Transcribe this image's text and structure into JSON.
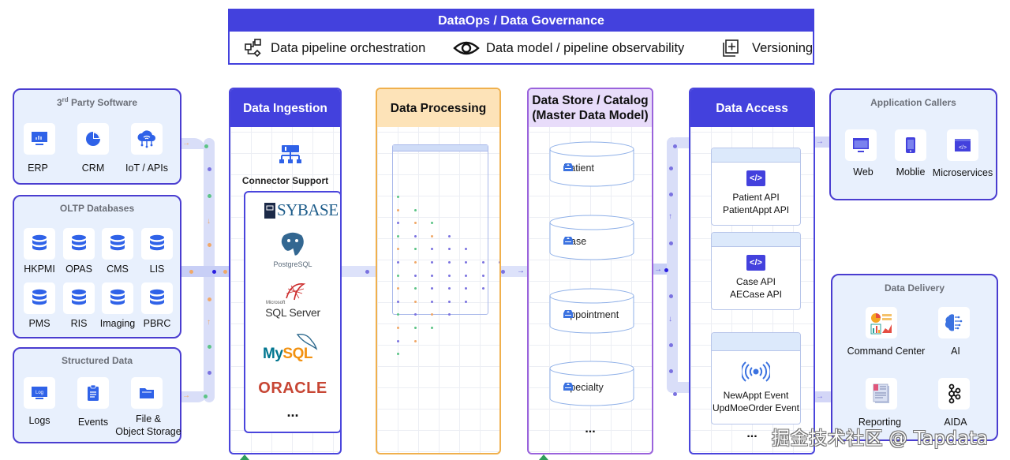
{
  "governance": {
    "title": "DataOps / Data Governance",
    "items": [
      {
        "icon": "pipeline-orchestration-icon",
        "label": "Data pipeline orchestration"
      },
      {
        "icon": "eye-icon",
        "label": "Data model / pipeline observability"
      },
      {
        "icon": "versioning-icon",
        "label": "Versioning"
      }
    ]
  },
  "sources": {
    "third_party": {
      "title_main": "3",
      "title_sup": "rd",
      "title_rest": " Party Software",
      "items": [
        {
          "icon": "monitor-chart-icon",
          "label": "ERP"
        },
        {
          "icon": "pie-chart-icon",
          "label": "CRM"
        },
        {
          "icon": "cloud-network-icon",
          "label": "IoT / APIs"
        }
      ]
    },
    "oltp": {
      "title": "OLTP Databases",
      "items": [
        {
          "icon": "database-icon",
          "label": "HKPMI"
        },
        {
          "icon": "database-icon",
          "label": "OPAS"
        },
        {
          "icon": "database-icon",
          "label": "CMS"
        },
        {
          "icon": "database-icon",
          "label": "LIS"
        },
        {
          "icon": "database-icon",
          "label": "PMS"
        },
        {
          "icon": "database-icon",
          "label": "RIS"
        },
        {
          "icon": "database-icon",
          "label": "Imaging"
        },
        {
          "icon": "database-icon",
          "label": "PBRC"
        }
      ]
    },
    "structured": {
      "title": "Structured Data",
      "items": [
        {
          "icon": "log-icon",
          "label": "Logs",
          "badge": "Log"
        },
        {
          "icon": "clipboard-icon",
          "label": "Events"
        },
        {
          "icon": "folder-icon",
          "label_line1": "File &",
          "label_line2": "Object Storage"
        }
      ]
    }
  },
  "ingestion": {
    "title": "Data Ingestion",
    "connector_label": "Connector Support",
    "connectors": [
      "SYBASE",
      "PostgreSQL",
      "SQL Server",
      "MySQL",
      "ORACLE"
    ],
    "connector_sub": {
      "sqlserver_top": "Microsoft"
    },
    "more": "..."
  },
  "processing": {
    "title": "Data Processing"
  },
  "store": {
    "title_line1": "Data Store / Catalog",
    "title_line2": "(Master Data Model)",
    "entities": [
      "Patient",
      "Case",
      "Appointment",
      "Specialty"
    ],
    "more": "..."
  },
  "access": {
    "title": "Data Access",
    "cards": [
      {
        "icon": "code-icon",
        "line1": "Patient API",
        "line2": "PatientAppt API"
      },
      {
        "icon": "code-icon",
        "line1": "Case API",
        "line2": "AECase API"
      },
      {
        "icon": "broadcast-icon",
        "line1": "NewAppt Event",
        "line2": "UpdMoeOrder Event"
      }
    ],
    "more": "..."
  },
  "callers": {
    "title": "Application Callers",
    "items": [
      {
        "icon": "web-monitor-icon",
        "label": "Web"
      },
      {
        "icon": "mobile-icon",
        "label": "Moblie"
      },
      {
        "icon": "microservice-icon",
        "label": "Microservices"
      }
    ]
  },
  "delivery": {
    "title": "Data Delivery",
    "items": [
      {
        "icon": "dashboard-icon",
        "label": "Command Center"
      },
      {
        "icon": "ai-brain-icon",
        "label": "AI"
      },
      {
        "icon": "report-icon",
        "label": "Reporting"
      },
      {
        "icon": "kafka-icon",
        "label": "AIDA"
      }
    ]
  },
  "watermark": "掘金技术社区 @ Tapdata",
  "colors": {
    "primary": "#4341dd",
    "processing": "#f0b04d",
    "store": "#9a63dc",
    "pipe": "#d9def8",
    "panel_bg": "#e8f0fd"
  }
}
